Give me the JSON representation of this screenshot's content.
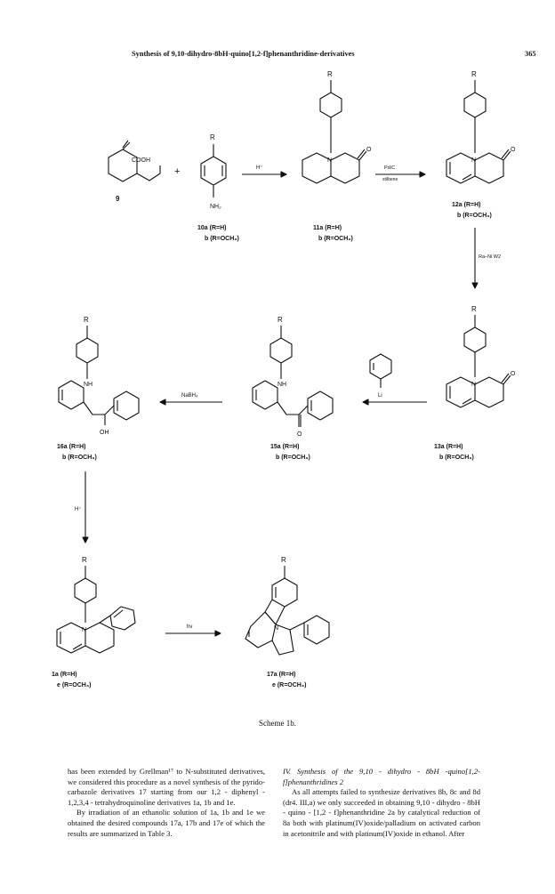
{
  "header": {
    "title": "Synthesis of 9,10-dihydro-8bH-quino[1,2-f]phenanthridine-derivatives",
    "page_number": "365"
  },
  "scheme": {
    "caption": "Scheme 1b.",
    "r_label": "R",
    "reagents": {
      "acid": "H⁺",
      "pd_c": "Pd/C",
      "stilbene": "stilbene",
      "raney": "Ra–Ni  W2",
      "phenyllithium": "Li",
      "nabh4": "NaBH₄",
      "acid2": "H⁺",
      "hv": "hν"
    },
    "atoms": {
      "cooh": "COOH",
      "nh2": "NH₂",
      "n": "N",
      "nh": "NH",
      "o": "O",
      "oh": "OH",
      "plus": "+"
    },
    "compounds": {
      "c9": "9",
      "c10a": "10a  (R=H)",
      "c10b": "b  (R=OCH₃)",
      "c11a": "11a  (R=H)",
      "c11b": "b  (R=OCH₃)",
      "c12a": "12a  (R=H)",
      "c12b": "b  (R=OCH₃)",
      "c13a": "13a  (R=H)",
      "c13b": "b  (R=OCH₃)",
      "c15a": "15a  (R=H)",
      "c15b": "b  (R=OCH₃)",
      "c16a": "16a  (R=H)",
      "c16b": "b  (R=OCH₃)",
      "c1a": "1a  (R=H)",
      "c1e": "e  (R=OCH₃)",
      "c17a": "17a  (R=H)",
      "c17e": "e  (R=OCH₃)"
    }
  },
  "body_left": {
    "p1": "has been extended by Grellman¹⁷ to N-substituted derivatives, we considered this procedure as a novel synthesis of the pyrido-carbazole derivatives 17 starting from our 1,2 - diphenyl - 1,2,3,4 - tetrahydroquinoline derivatives 1a, 1b and 1e.",
    "p2": "By irradiation of an ethanolic solution of 1a, 1b and 1e we obtained the desired compounds 17a, 17b and 17e of which the results are summarized in Table 3."
  },
  "body_right": {
    "heading": "IV. Synthesis of the 9,10 - dihydro - 8bH -quino[1,2-f]phenanthridines 2",
    "p1": "As all attempts failed to synthesize derivatives 8b, 8c and 8d (dr4. III,a) we only succeeded in obtaining 9,10 - dihydro - 8bH - quino - [1,2 - f]phenanthridine 2a by catalytical reduction of 8a both with platinum(IV)oxide/palladium on activated carbon in acetonitrile and with platinum(IV)oxide in ethanol. After"
  }
}
